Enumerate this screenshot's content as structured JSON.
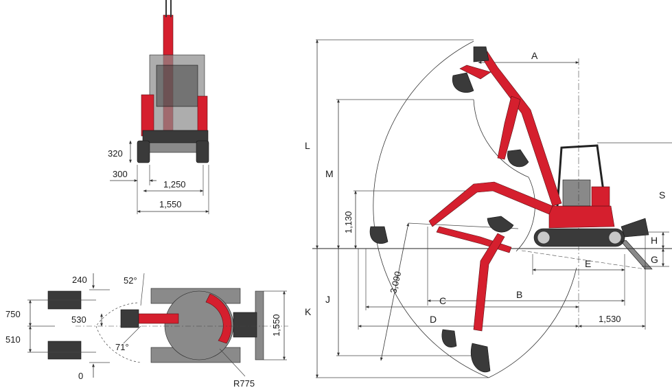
{
  "front_view": {
    "dims": {
      "track_height": "320",
      "track_width": "300",
      "track_gauge": "1,250",
      "overall_width": "1,550"
    }
  },
  "top_view": {
    "dims": {
      "offset_left_a": "240",
      "angle_left": "52°",
      "offset_750": "750",
      "offset_530": "530",
      "offset_510": "510",
      "angle_right": "71°",
      "offset_zero": "0",
      "blade_width": "1,550",
      "tail_radius": "R775"
    }
  },
  "side_view": {
    "letters": {
      "A": "A",
      "B": "B",
      "C": "C",
      "D": "D",
      "E": "E",
      "H": "H",
      "G": "G",
      "J": "J",
      "K": "K",
      "L": "L",
      "M": "M",
      "S": "S"
    },
    "dims": {
      "dump_offset": "1,130",
      "swing_radius": "3,090",
      "rear_length": "1,530"
    }
  },
  "colors": {
    "machine_red": "#d51f2e",
    "machine_dark": "#3a3a3a",
    "line": "#333333"
  }
}
